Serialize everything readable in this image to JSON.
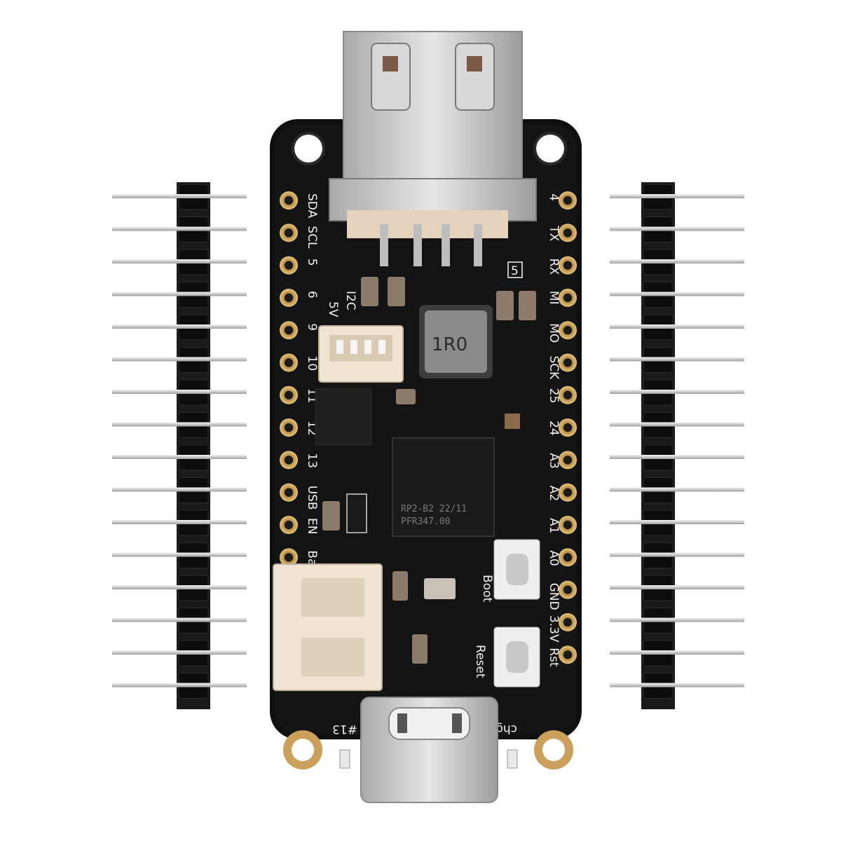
{
  "left_pins": [
    "SDA",
    "SCL",
    "5",
    "6",
    "9",
    "10",
    "11",
    "12",
    "13",
    "USB",
    "EN",
    "Bat"
  ],
  "right_pins": [
    "4",
    "TX",
    "RX",
    "MI",
    "MO",
    "SCK",
    "25",
    "24",
    "A3",
    "A2",
    "A1",
    "A0",
    "GND",
    "3.3V",
    "Rst"
  ],
  "labels": {
    "usb_marking": "5V",
    "i2c": "I2C",
    "pin_5": "5",
    "boot": "Boot",
    "reset": "Reset",
    "chg": "chg",
    "pin_13": "#13"
  },
  "inductor_marking": "1R0",
  "chip": {
    "line1": "RP2-B2  22/11",
    "line2": "PFR347.00"
  },
  "colors": {
    "pcb": "#111111",
    "pin_gold": "#c8a25a",
    "header_plastic": "#1a1a1a",
    "pin_metal": "#d6d6d6",
    "connector": "#e8d9c4"
  }
}
